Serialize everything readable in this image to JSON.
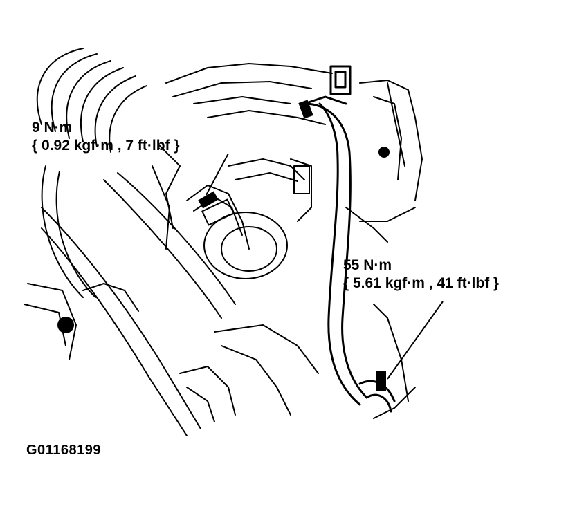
{
  "callouts": {
    "upper": {
      "line1": "9 N·m",
      "line2": "{ 0.92 kgf·m , 7 ft·lbf }"
    },
    "lower": {
      "line1": "55 N·m",
      "line2": "{ 5.61 kgf·m , 41 ft·lbf }"
    }
  },
  "figure_code": "G01168199",
  "colors": {
    "ink": "#000000",
    "paper": "#ffffff"
  }
}
